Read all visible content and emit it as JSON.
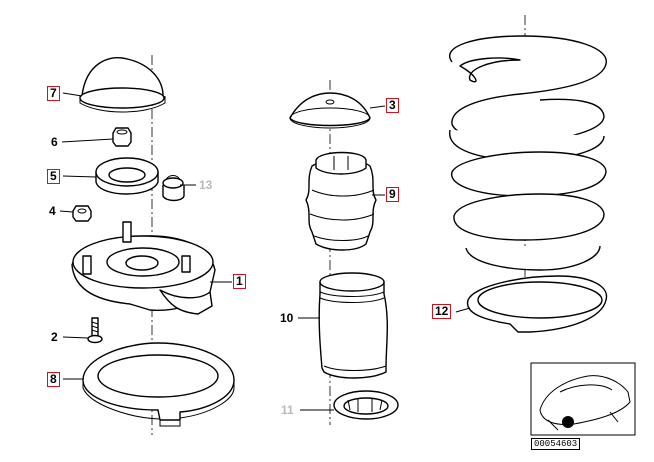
{
  "diagram": {
    "callouts": [
      {
        "id": "1",
        "label": "1",
        "highlighted": true
      },
      {
        "id": "2",
        "label": "2",
        "highlighted": false
      },
      {
        "id": "3",
        "label": "3",
        "highlighted": true
      },
      {
        "id": "4",
        "label": "4",
        "highlighted": false
      },
      {
        "id": "5",
        "label": "5",
        "highlighted": true
      },
      {
        "id": "6",
        "label": "6",
        "highlighted": false
      },
      {
        "id": "7",
        "label": "7",
        "highlighted": true
      },
      {
        "id": "8",
        "label": "8",
        "highlighted": true
      },
      {
        "id": "9",
        "label": "9",
        "highlighted": true
      },
      {
        "id": "10",
        "label": "10",
        "highlighted": false
      },
      {
        "id": "11",
        "label": "11",
        "highlighted": false,
        "greyed": true
      },
      {
        "id": "12",
        "label": "12",
        "highlighted": true
      },
      {
        "id": "13",
        "label": "13",
        "highlighted": false,
        "greyed": true
      }
    ],
    "reference_number": "00054603",
    "colors": {
      "highlight_border": "#c8141e",
      "greyed_text": "#b9b9b9",
      "line": "#000000"
    }
  }
}
